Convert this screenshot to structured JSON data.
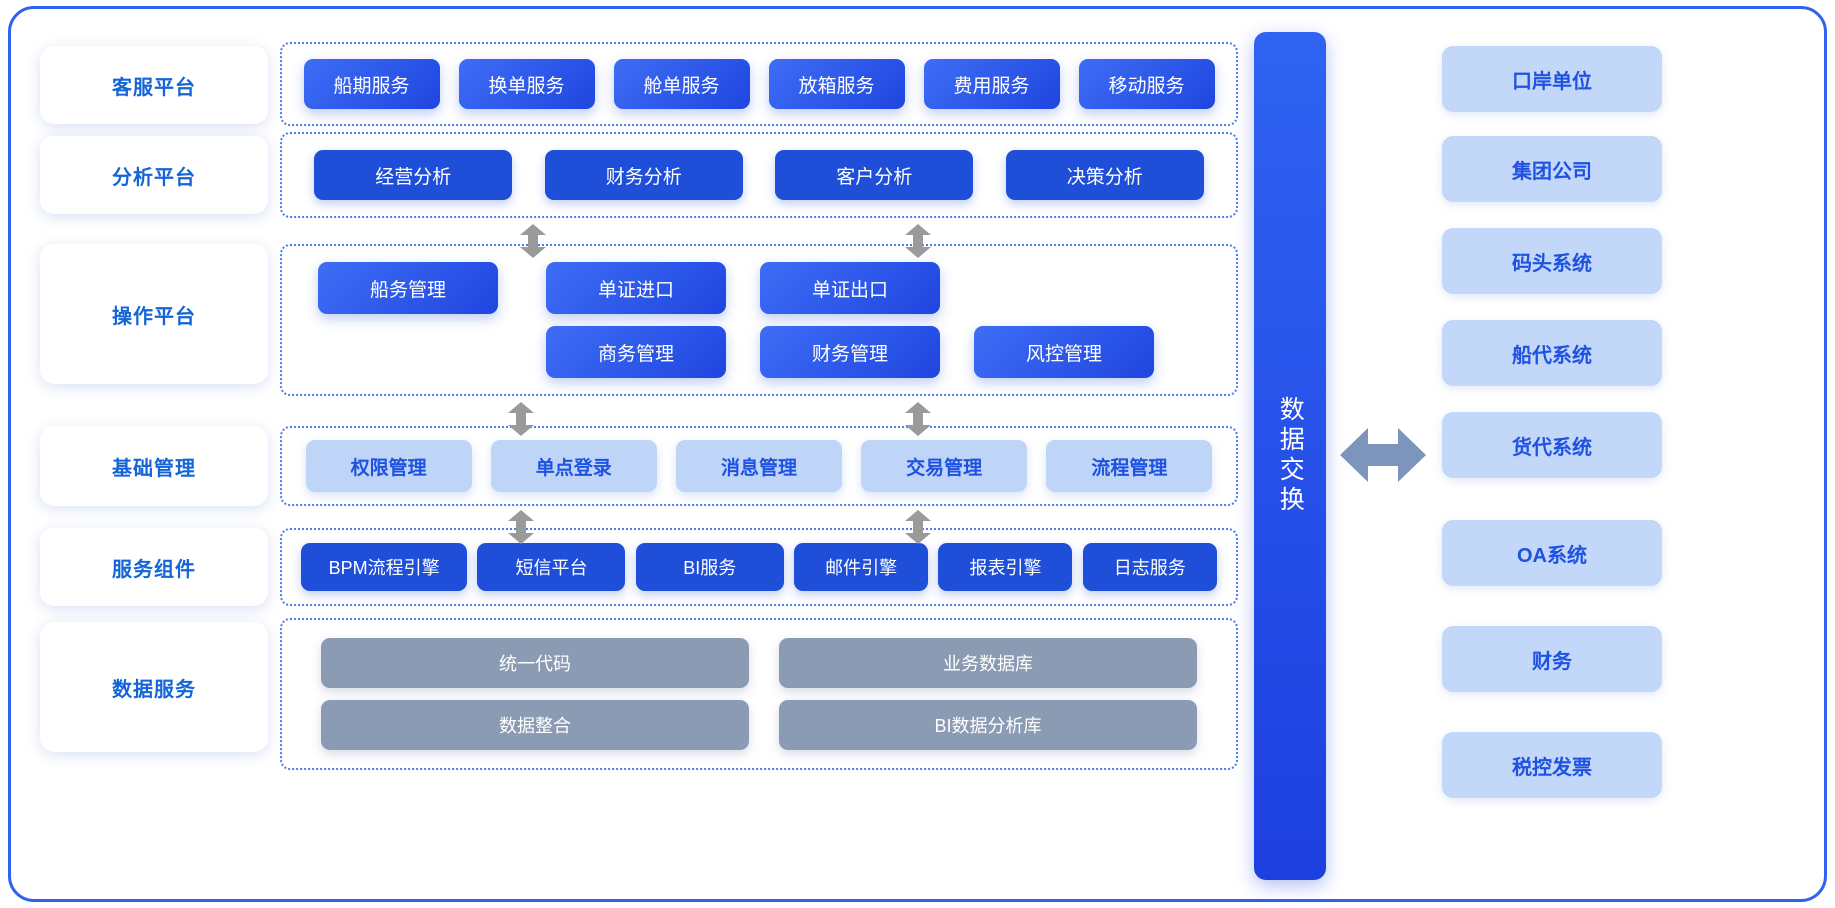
{
  "sidebar": {
    "items": [
      {
        "label": "客服平台"
      },
      {
        "label": "分析平台"
      },
      {
        "label": "操作平台"
      },
      {
        "label": "基础管理"
      },
      {
        "label": "服务组件"
      },
      {
        "label": "数据服务"
      }
    ]
  },
  "groups": {
    "service_platform": {
      "items": [
        {
          "label": "船期服务"
        },
        {
          "label": "换单服务"
        },
        {
          "label": "舱单服务"
        },
        {
          "label": "放箱服务"
        },
        {
          "label": "费用服务"
        },
        {
          "label": "移动服务"
        }
      ]
    },
    "analysis_platform": {
      "items": [
        {
          "label": "经营分析"
        },
        {
          "label": "财务分析"
        },
        {
          "label": "客户分析"
        },
        {
          "label": "决策分析"
        }
      ]
    },
    "operation_platform": {
      "row1": [
        {
          "label": "船务管理"
        },
        {
          "label": "单证进口"
        },
        {
          "label": "单证出口"
        }
      ],
      "row2": [
        {
          "label": "商务管理"
        },
        {
          "label": "财务管理"
        },
        {
          "label": "风控管理"
        }
      ]
    },
    "basic_management": {
      "items": [
        {
          "label": "权限管理"
        },
        {
          "label": "单点登录"
        },
        {
          "label": "消息管理"
        },
        {
          "label": "交易管理"
        },
        {
          "label": "流程管理"
        }
      ]
    },
    "service_components": {
      "items": [
        {
          "label": "BPM流程引擎"
        },
        {
          "label": "短信平台"
        },
        {
          "label": "BI服务"
        },
        {
          "label": "邮件引擎"
        },
        {
          "label": "报表引擎"
        },
        {
          "label": "日志服务"
        }
      ]
    },
    "data_services": {
      "row1": [
        {
          "label": "统一代码"
        },
        {
          "label": "业务数据库"
        }
      ],
      "row2": [
        {
          "label": "数据整合"
        },
        {
          "label": "BI数据分析库"
        }
      ]
    }
  },
  "exchange": {
    "label": "数据交换"
  },
  "external": {
    "items": [
      {
        "label": "口岸单位"
      },
      {
        "label": "集团公司"
      },
      {
        "label": "码头系统"
      },
      {
        "label": "船代系统"
      },
      {
        "label": "货代系统"
      },
      {
        "label": "OA系统"
      },
      {
        "label": "财务"
      },
      {
        "label": "税控发票"
      }
    ]
  },
  "colors": {
    "frame_border": "#2f62f0",
    "group_border": "#4a7ef0",
    "chip_blue_start": "#3e6df5",
    "chip_blue_end": "#1f46e0",
    "chip_flat": "#1f4fd8",
    "chip_light_bg": "#bfd5f7",
    "chip_light_text": "#1f52e0",
    "chip_gray": "#8b9bb4",
    "exchange_bar": "#2f63f2",
    "external_bg": "#c3d7f8",
    "external_text": "#1f52e0",
    "arrow_gray": "#9a9a9a",
    "arrow_blue_gray": "#7e95bb",
    "sidebar_text": "#1565d8"
  }
}
